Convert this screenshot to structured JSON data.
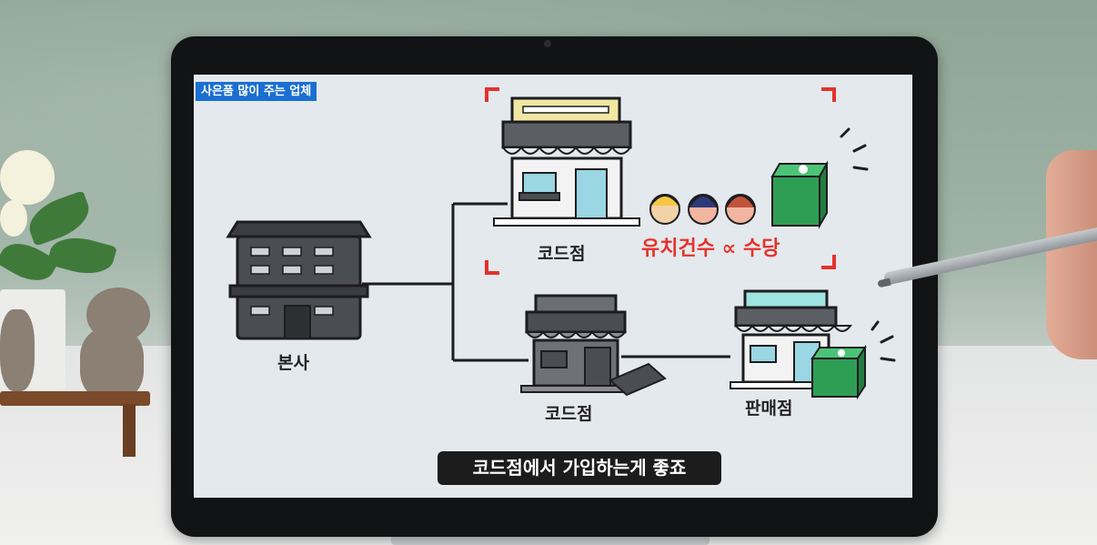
{
  "screen": {
    "topic_tag": "사은품 많이 주는 업체",
    "labels": {
      "head_office": "본사",
      "code_store_top": "코드점",
      "code_store_bottom": "코드점",
      "retail_store": "판매점"
    },
    "formula": "유치건수 ∝ 수당",
    "caption": "코드점에서 가입하는게 좋죠"
  },
  "colors": {
    "accent_red": "#e5322b",
    "topic_tag_bg": "#1a6fd1",
    "screen_bg": "#e4e9ed",
    "money_green": "#2f9e55",
    "awning_gray": "#4a4d52"
  }
}
